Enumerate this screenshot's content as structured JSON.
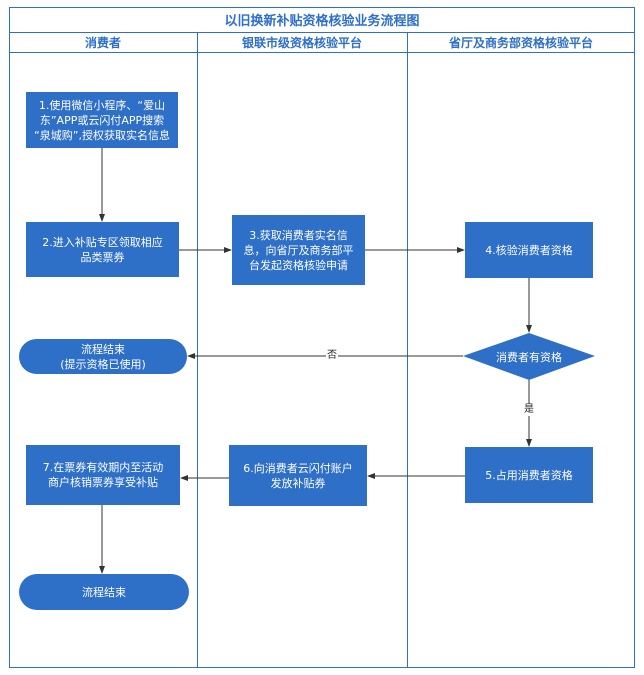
{
  "title": "以旧换新补贴资格核验业务流程图",
  "lanes": [
    {
      "label": "消费者"
    },
    {
      "label": "银联市级资格核验平台"
    },
    {
      "label": "省厅及商务部资格核验平台"
    }
  ],
  "nodes": {
    "step1": {
      "lines": [
        "1.使用微信小程序、“爱山",
        "东”APP或云闪付APP搜索",
        "“泉城购”,授权获取实名信息"
      ]
    },
    "step2": {
      "lines": [
        "2.进入补贴专区领取相应",
        "品类票券"
      ]
    },
    "step3": {
      "lines": [
        "3.获取消费者实名信",
        "息，向省厅及商务部平",
        "台发起资格核验申请"
      ]
    },
    "step4": {
      "lines": [
        "4.核验消费者资格"
      ]
    },
    "decision": {
      "label": "消费者有资格"
    },
    "end_used": {
      "lines": [
        "流程结束",
        "(提示资格已使用)"
      ]
    },
    "step5": {
      "lines": [
        "5.占用消费者资格"
      ]
    },
    "step6": {
      "lines": [
        "6.向消费者云闪付账户",
        "发放补贴券"
      ]
    },
    "step7": {
      "lines": [
        "7.在票券有效期内至活动",
        "商户核销票券享受补贴"
      ]
    },
    "end": {
      "lines": [
        "流程结束"
      ]
    }
  },
  "edge_labels": {
    "no": "否",
    "yes": "是"
  },
  "colors": {
    "accent": "#2e6fc8",
    "node_text": "#ffffff",
    "connector": "#333333"
  }
}
